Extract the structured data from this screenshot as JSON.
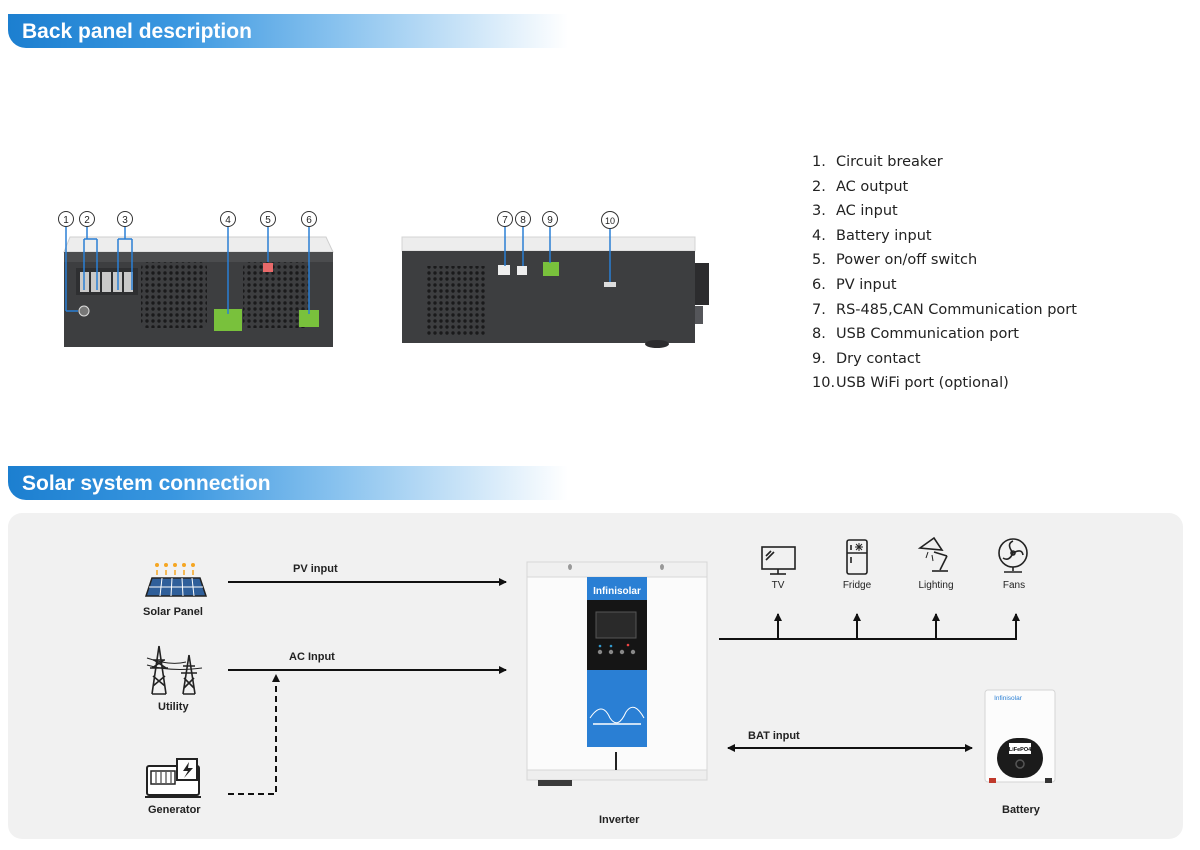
{
  "sections": {
    "back_panel": "Back panel description",
    "solar_connection": "Solar system connection"
  },
  "legend": [
    {
      "num": "1.",
      "label": "Circuit breaker"
    },
    {
      "num": "2.",
      "label": "AC output"
    },
    {
      "num": "3.",
      "label": "AC input"
    },
    {
      "num": "4.",
      "label": "Battery input"
    },
    {
      "num": "5.",
      "label": "Power on/off switch"
    },
    {
      "num": "6.",
      "label": "PV input"
    },
    {
      "num": "7.",
      "label": "RS-485,CAN Communication port"
    },
    {
      "num": "8.",
      "label": "USB Communication port"
    },
    {
      "num": "9.",
      "label": "Dry contact"
    },
    {
      "num": "10.",
      "label": "USB WiFi port (optional)"
    }
  ],
  "callouts": [
    "1",
    "2",
    "3",
    "4",
    "5",
    "6",
    "7",
    "8",
    "9",
    "10"
  ],
  "diagram": {
    "solar_panel": "Solar Panel",
    "utility": "Utility",
    "generator": "Generator",
    "inverter": "Inverter",
    "battery": "Battery",
    "pv_input": "PV input",
    "ac_input": "AC Input",
    "bat_input": "BAT input",
    "loads": [
      "TV",
      "Fridge",
      "Lighting",
      "Fans"
    ],
    "inverter_brand": "Infinisolar",
    "battery_brand": "Infinisolar",
    "battery_badge": "LiFePO4"
  },
  "colors": {
    "banner": "#1c7fd0",
    "inverter_accent": "#2a7fd4",
    "terminal_green": "#7bc23e"
  }
}
